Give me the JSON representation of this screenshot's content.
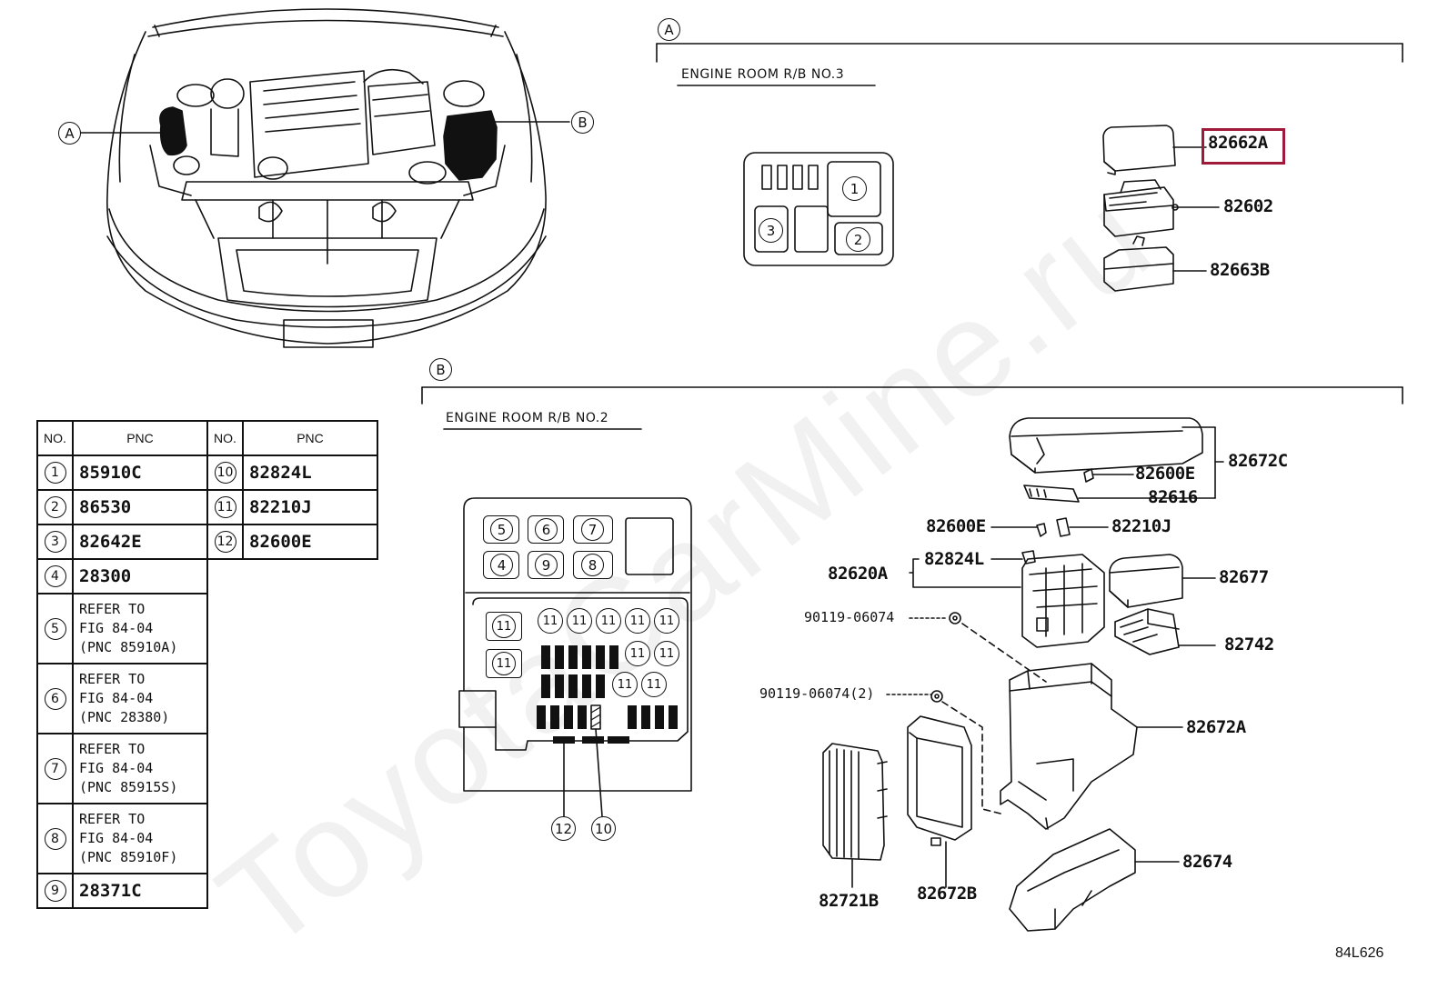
{
  "callouts": {
    "a": "A",
    "b": "B"
  },
  "section_a": {
    "title": "ENGINE ROOM R/B NO.3"
  },
  "section_b": {
    "title": "ENGINE ROOM R/B NO.2"
  },
  "box3_slots": [
    "1",
    "2",
    "3"
  ],
  "box2_slots": {
    "s5": "5",
    "s6": "6",
    "s7": "7",
    "s4": "4",
    "s9": "9",
    "s8": "8",
    "s11": "11",
    "s12": "12",
    "s10": "10"
  },
  "parts": {
    "p82662A": "82662A",
    "p82602": "82602",
    "p82663B": "82663B",
    "p82672C": "82672C",
    "p82600E_top": "82600E",
    "p82616": "82616",
    "p82600E": "82600E",
    "p82210J": "82210J",
    "p82824L": "82824L",
    "p82620A": "82620A",
    "p82677": "82677",
    "p90119": "90119-06074",
    "p82742": "82742",
    "p90119_2": "90119-06074(2)",
    "p82672A": "82672A",
    "p82674": "82674",
    "p82721B": "82721B",
    "p82672B": "82672B"
  },
  "table": {
    "headers": [
      "NO.",
      "PNC",
      "NO.",
      "PNC"
    ],
    "rows": [
      {
        "no": "1",
        "pnc": "85910C",
        "no2": "10",
        "pnc2": "82824L"
      },
      {
        "no": "2",
        "pnc": "86530",
        "no2": "11",
        "pnc2": "82210J"
      },
      {
        "no": "3",
        "pnc": "82642E",
        "no2": "12",
        "pnc2": "82600E"
      },
      {
        "no": "4",
        "pnc": "28300"
      },
      {
        "no": "5",
        "ref1": "REFER TO",
        "ref2": "FIG 84-04",
        "ref3": "(PNC 85910A)"
      },
      {
        "no": "6",
        "ref1": "REFER TO",
        "ref2": "FIG 84-04",
        "ref3": "(PNC 28380)"
      },
      {
        "no": "7",
        "ref1": "REFER TO",
        "ref2": "FIG 84-04",
        "ref3": "(PNC 85915S)"
      },
      {
        "no": "8",
        "ref1": "REFER TO",
        "ref2": "FIG 84-04",
        "ref3": "(PNC 85910F)"
      },
      {
        "no": "9",
        "pnc": "28371C"
      }
    ]
  },
  "figure_id": "84L626",
  "watermark": "ToyotaCarMine.ru",
  "highlight_color": "#a0183a"
}
